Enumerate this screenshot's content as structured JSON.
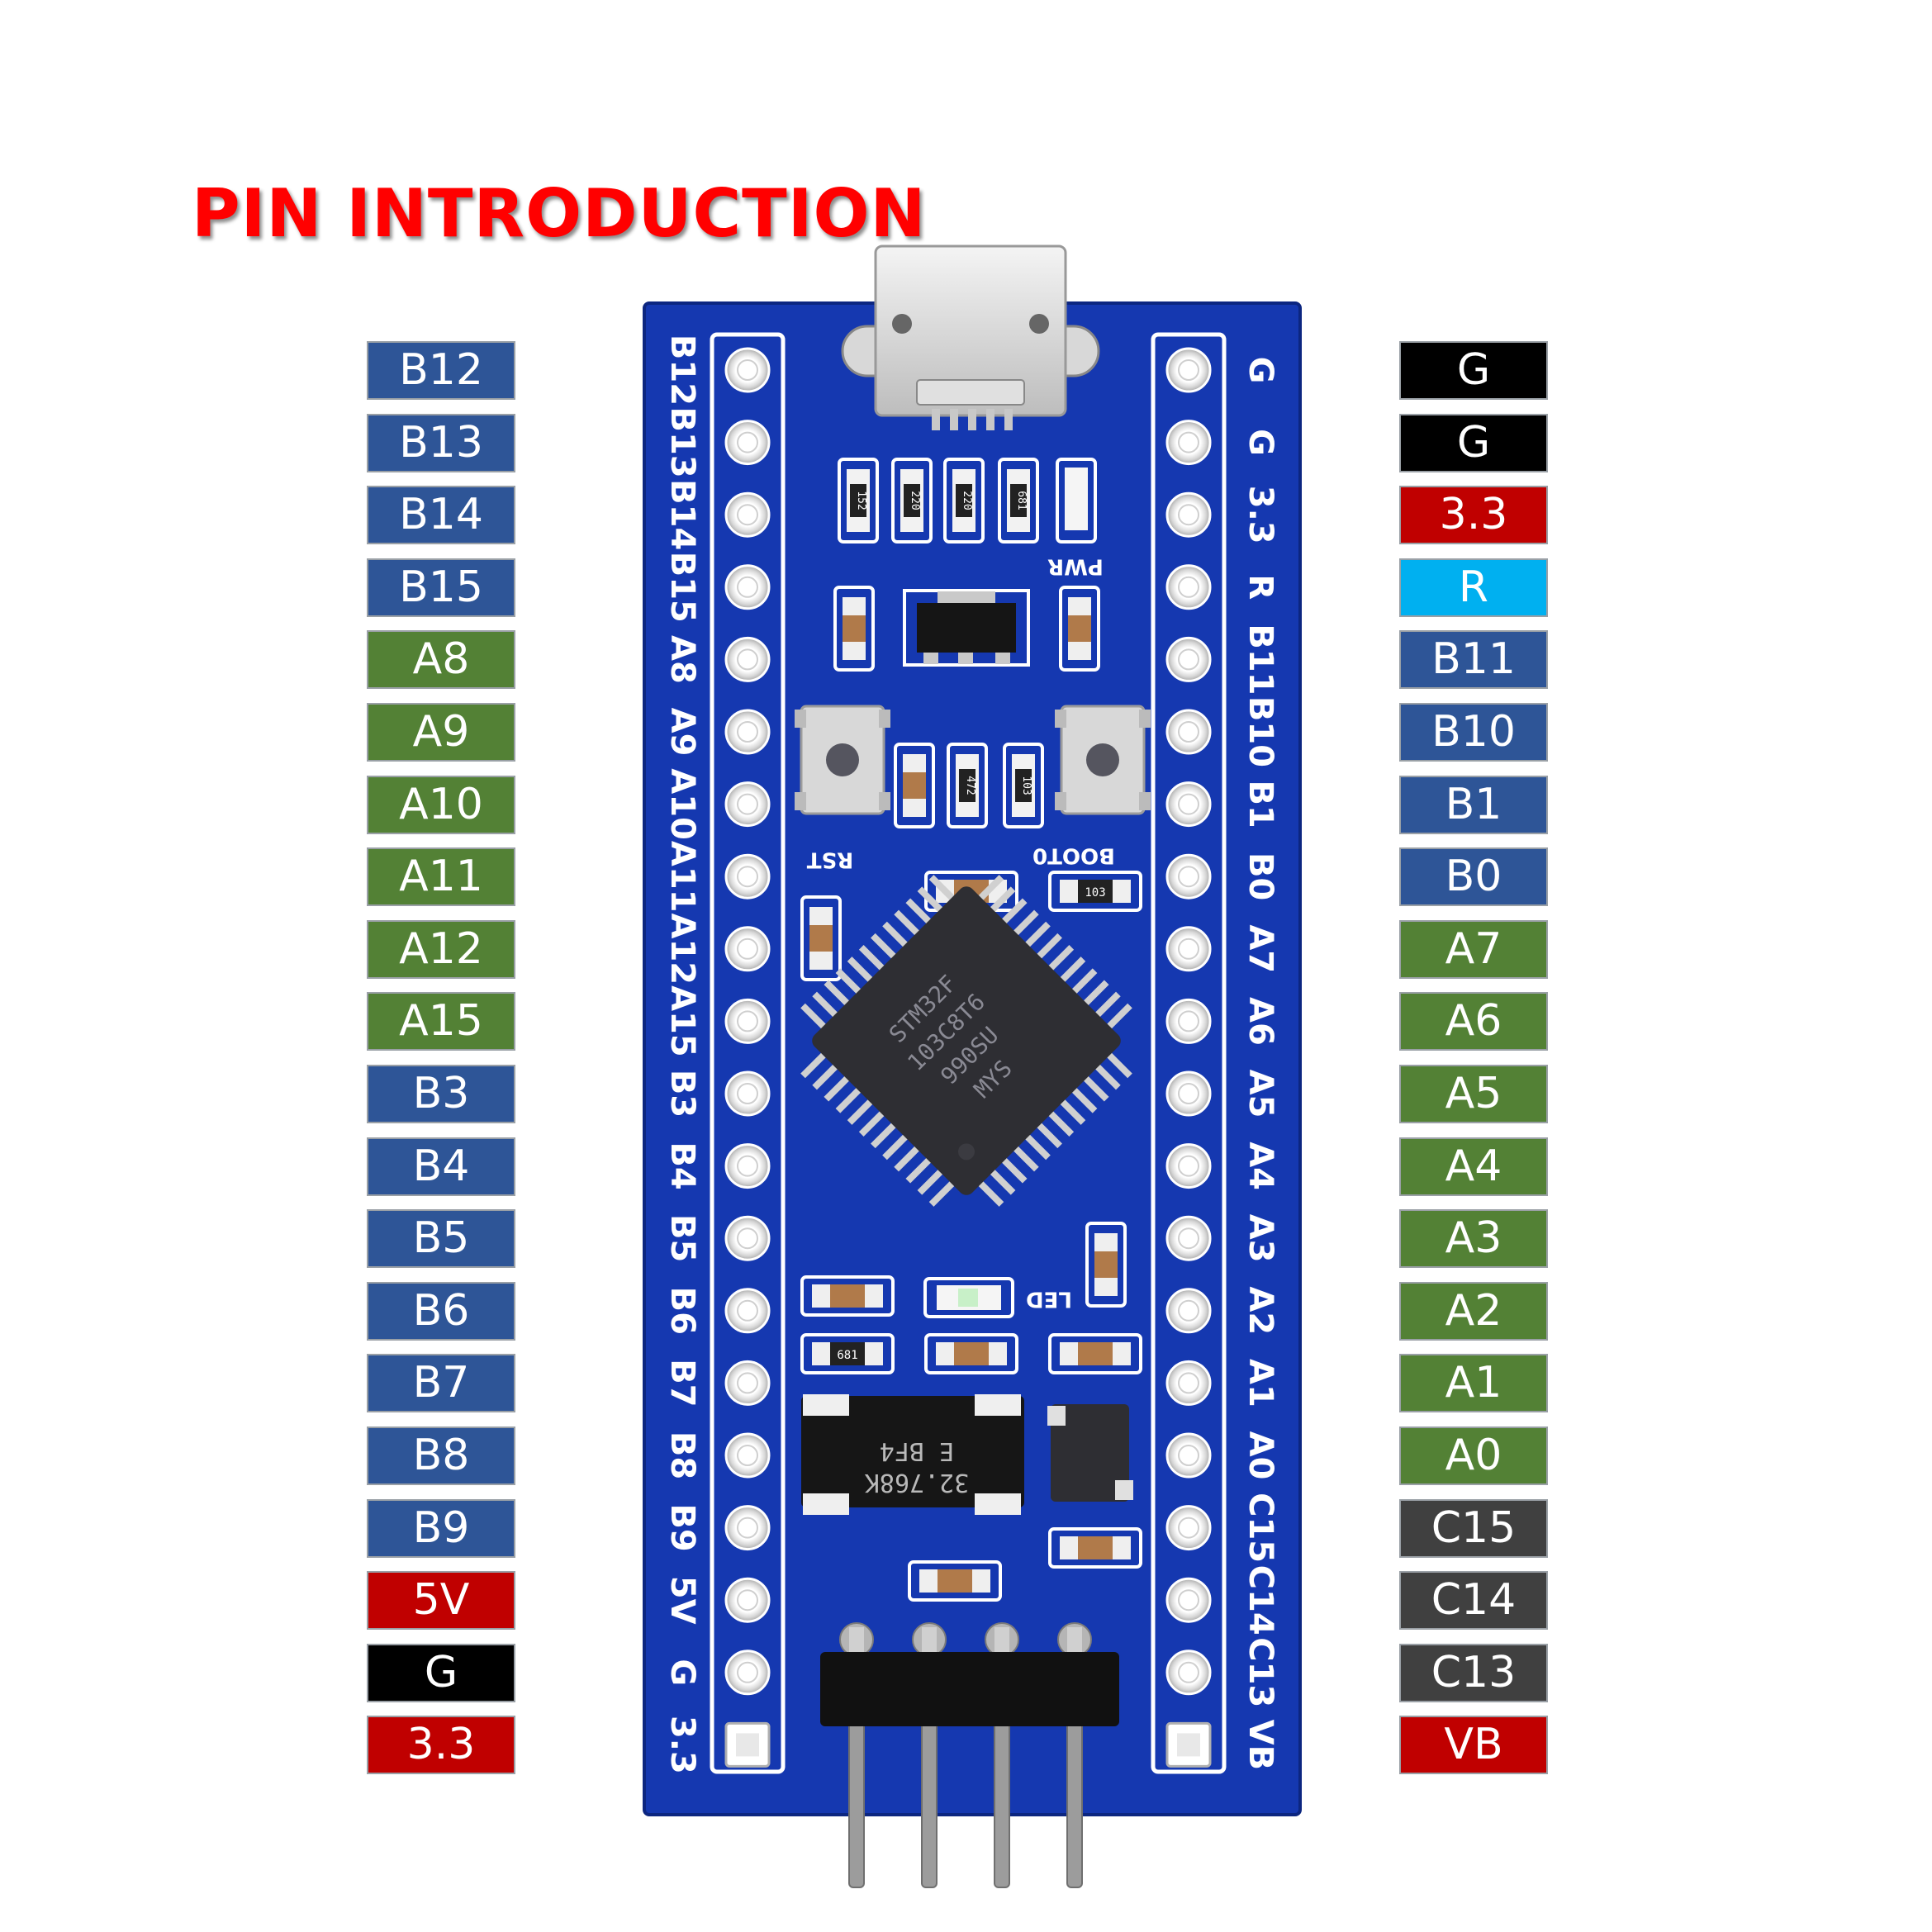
{
  "title": "PIN INTRODUCTION",
  "colors": {
    "title": "#ff0000",
    "blue": "#2e5597",
    "green": "#538135",
    "red": "#c00000",
    "black": "#000000",
    "cyan": "#00b0f0",
    "gray": "#404040",
    "pcb": "#1538b0"
  },
  "left_pins": [
    {
      "label": "B12",
      "color": "blue"
    },
    {
      "label": "B13",
      "color": "blue"
    },
    {
      "label": "B14",
      "color": "blue"
    },
    {
      "label": "B15",
      "color": "blue"
    },
    {
      "label": "A8",
      "color": "green"
    },
    {
      "label": "A9",
      "color": "green"
    },
    {
      "label": "A10",
      "color": "green"
    },
    {
      "label": "A11",
      "color": "green"
    },
    {
      "label": "A12",
      "color": "green"
    },
    {
      "label": "A15",
      "color": "green"
    },
    {
      "label": "B3",
      "color": "blue"
    },
    {
      "label": "B4",
      "color": "blue"
    },
    {
      "label": "B5",
      "color": "blue"
    },
    {
      "label": "B6",
      "color": "blue"
    },
    {
      "label": "B7",
      "color": "blue"
    },
    {
      "label": "B8",
      "color": "blue"
    },
    {
      "label": "B9",
      "color": "blue"
    },
    {
      "label": "5V",
      "color": "red"
    },
    {
      "label": "G",
      "color": "black"
    },
    {
      "label": "3.3",
      "color": "red"
    }
  ],
  "right_pins": [
    {
      "label": "G",
      "color": "black"
    },
    {
      "label": "G",
      "color": "black"
    },
    {
      "label": "3.3",
      "color": "red"
    },
    {
      "label": "R",
      "color": "cyan"
    },
    {
      "label": "B11",
      "color": "blue"
    },
    {
      "label": "B10",
      "color": "blue"
    },
    {
      "label": "B1",
      "color": "blue"
    },
    {
      "label": "B0",
      "color": "blue"
    },
    {
      "label": "A7",
      "color": "green"
    },
    {
      "label": "A6",
      "color": "green"
    },
    {
      "label": "A5",
      "color": "green"
    },
    {
      "label": "A4",
      "color": "green"
    },
    {
      "label": "A3",
      "color": "green"
    },
    {
      "label": "A2",
      "color": "green"
    },
    {
      "label": "A1",
      "color": "green"
    },
    {
      "label": "A0",
      "color": "green"
    },
    {
      "label": "C15",
      "color": "gray"
    },
    {
      "label": "C14",
      "color": "gray"
    },
    {
      "label": "C13",
      "color": "gray"
    },
    {
      "label": "VB",
      "color": "red"
    }
  ],
  "board": {
    "left_silk": [
      "B12",
      "B13",
      "B14",
      "B15",
      "A8",
      "A9",
      "A10",
      "A11",
      "A12",
      "A15",
      "B3",
      "B4",
      "B5",
      "B6",
      "B7",
      "B8",
      "B9",
      "5V",
      "G",
      "3.3"
    ],
    "right_silk": [
      "G",
      "G",
      "3.3",
      "R",
      "B11",
      "B10",
      "B1",
      "B0",
      "A7",
      "A6",
      "A5",
      "A4",
      "A3",
      "A2",
      "A1",
      "A0",
      "C15",
      "C14",
      "C13",
      "VB"
    ],
    "labels": {
      "pwr": "PWR",
      "rst": "RST",
      "boot": "BOOT0",
      "led": "LED"
    },
    "chip_lines": [
      "STM32F",
      "103C8T6",
      "990SU",
      "MYS"
    ],
    "crystal_lines": [
      "32.768K",
      "E BF4"
    ],
    "resistor_codes": [
      "152",
      "220",
      "220",
      "681",
      "472",
      "103",
      "103",
      "681"
    ]
  }
}
